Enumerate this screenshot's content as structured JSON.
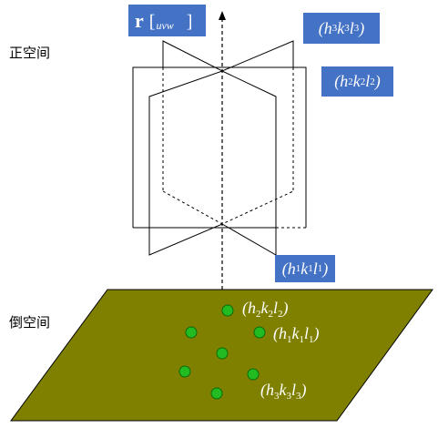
{
  "labels": {
    "real_space": "正空间",
    "reciprocal_space": "倒空间"
  },
  "axis_label": {
    "vector": "r",
    "open_bracket": "[",
    "index": "uvw",
    "close_bracket": "]"
  },
  "planes": [
    {
      "h": "h",
      "hi": "3",
      "k": "k",
      "ki": "3",
      "l": "l",
      "li": "3"
    },
    {
      "h": "h",
      "hi": "2",
      "k": "k",
      "ki": "2",
      "l": "l",
      "li": "2"
    },
    {
      "h": "h",
      "hi": "1",
      "k": "k",
      "ki": "1",
      "l": "l",
      "li": "1"
    }
  ],
  "reciprocal_points": [
    {
      "h": "h",
      "hi": "2",
      "k": "k",
      "ki": "2",
      "l": "l",
      "li": "2"
    },
    {
      "h": "h",
      "hi": "1",
      "k": "k",
      "ki": "1",
      "l": "l",
      "li": "1"
    },
    {
      "h": "h",
      "hi": "3",
      "k": "k",
      "ki": "3",
      "l": "l",
      "li": "3"
    }
  ],
  "colors": {
    "label_box": "#4472c4",
    "reciprocal_plane": "#808000",
    "point_fill": "#22bb22",
    "point_stroke": "#0a6b0a"
  }
}
